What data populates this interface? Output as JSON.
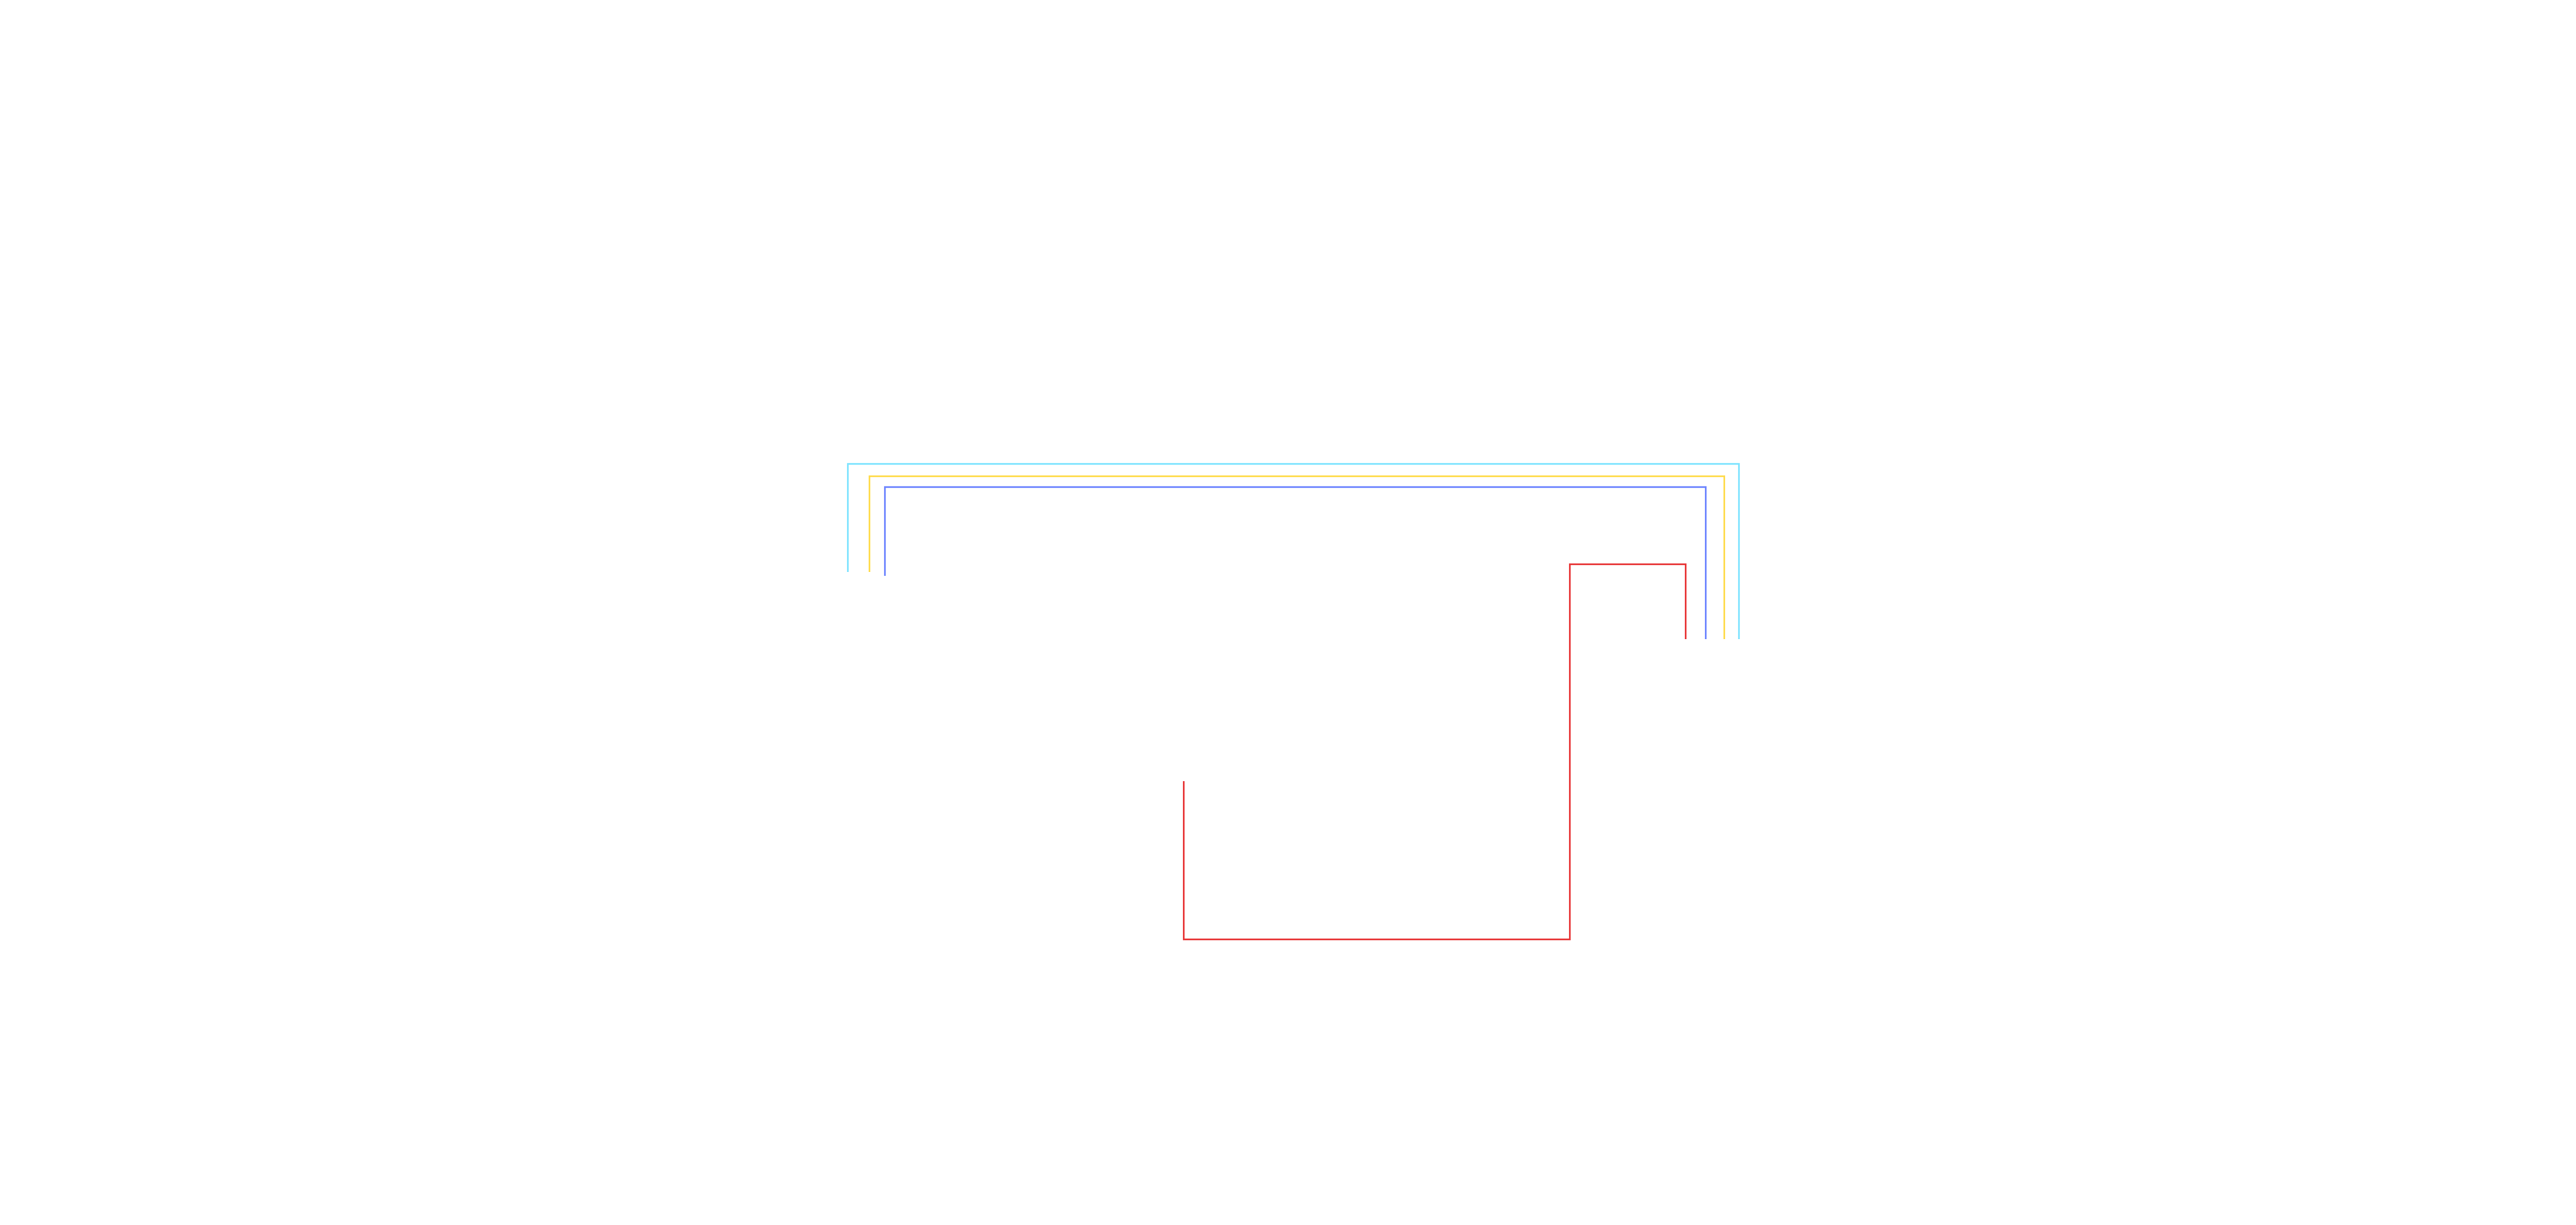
{
  "diagram": {
    "background": "#ffffff",
    "connectors": [
      {
        "id": "cyan-connector",
        "color": "#80e4ff"
      },
      {
        "id": "yellow-connector",
        "color": "#ffdc4f"
      },
      {
        "id": "blue-connector",
        "color": "#6f86ff"
      },
      {
        "id": "red-connector",
        "color": "#e8393a"
      }
    ]
  }
}
